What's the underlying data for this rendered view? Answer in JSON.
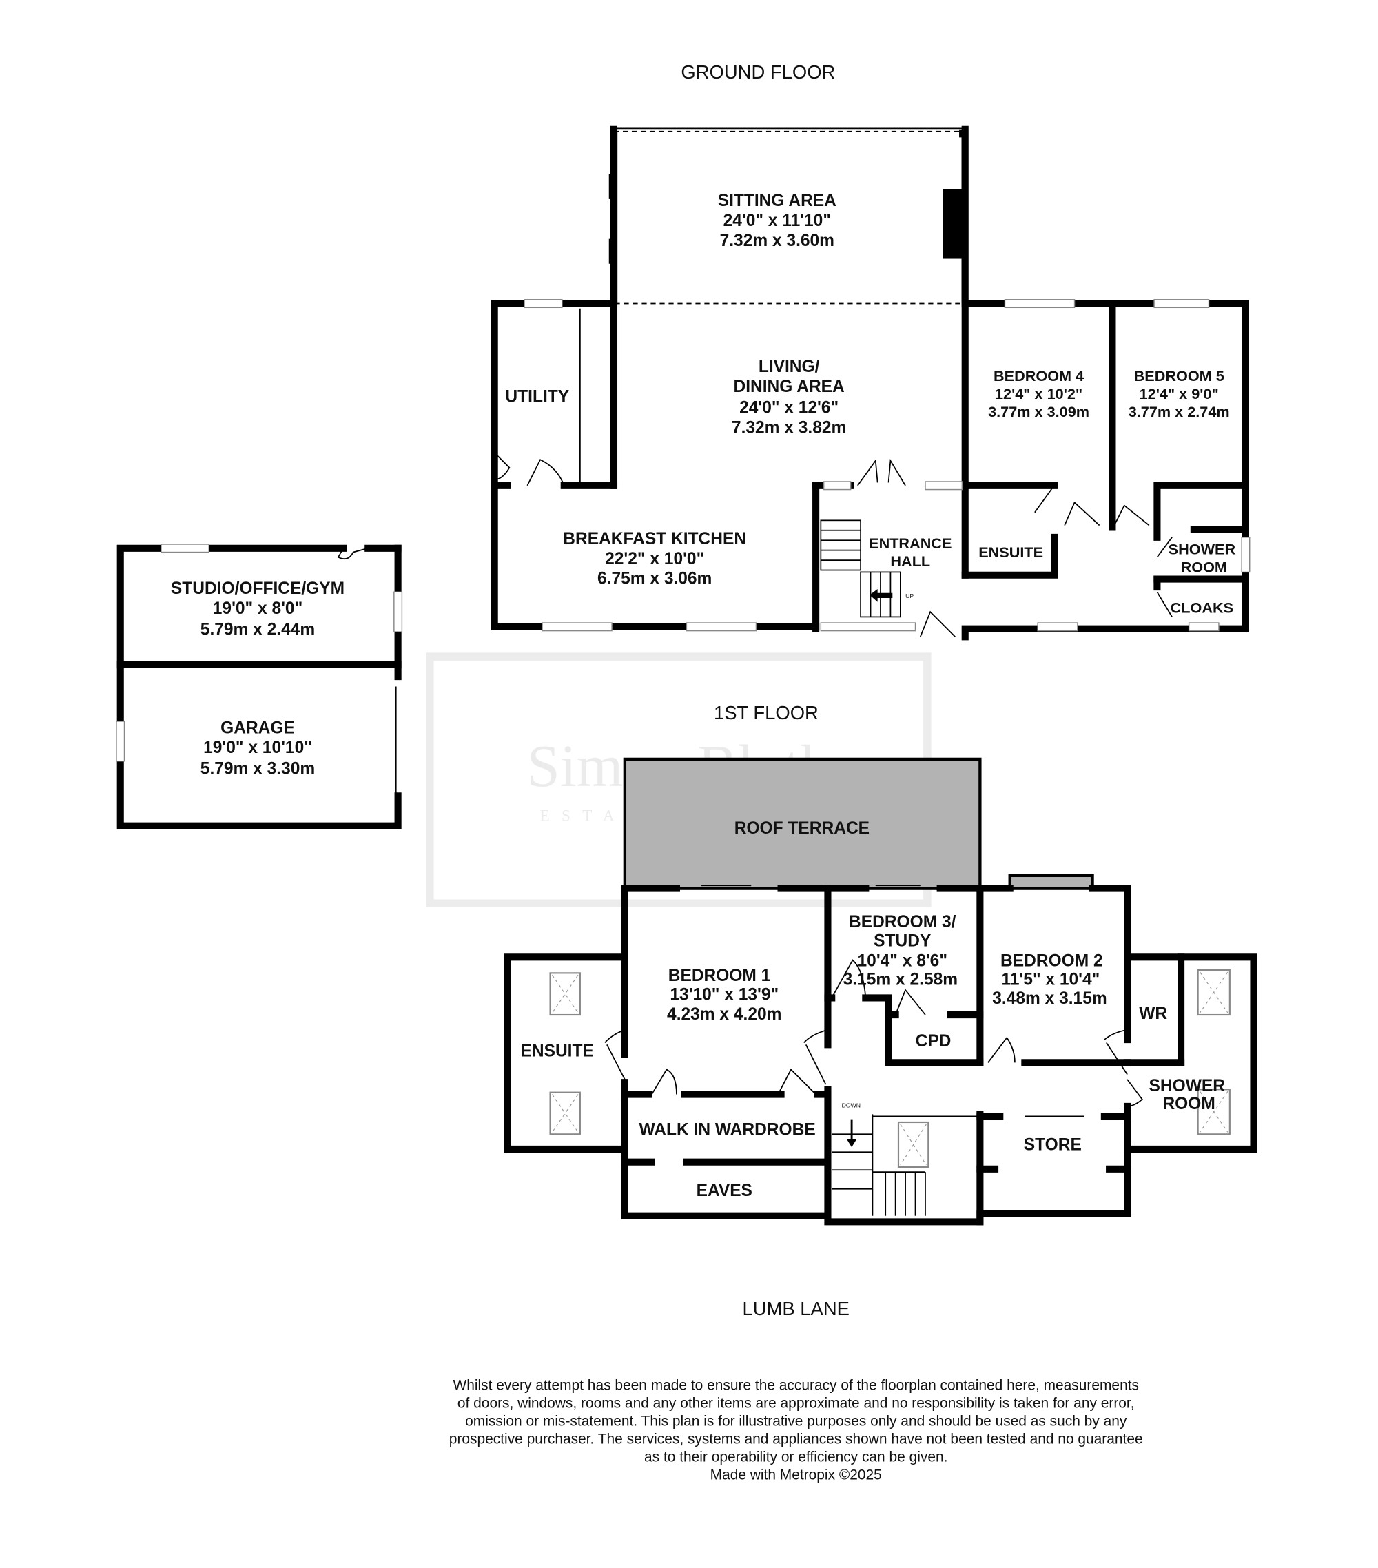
{
  "titles": {
    "ground": "GROUND FLOOR",
    "first": "1ST FLOOR",
    "road": "LUMB LANE"
  },
  "watermark": {
    "name": "Simon Blyth",
    "tagline": "ESTATE AGENTS"
  },
  "ground_floor": {
    "sitting": {
      "name": "SITTING AREA",
      "imperial": "24'0\"  x 11'10\"",
      "metric": "7.32m  x 3.60m"
    },
    "living": {
      "name1": "LIVING/",
      "name2": "DINING AREA",
      "imperial": "24'0\"  x 12'6\"",
      "metric": "7.32m  x 3.82m"
    },
    "utility": {
      "name": "UTILITY"
    },
    "kitchen": {
      "name": "BREAKFAST KITCHEN",
      "imperial": "22'2\"  x 10'0\"",
      "metric": "6.75m  x 3.06m"
    },
    "entrance": {
      "name1": "ENTRANCE",
      "name2": "HALL",
      "stairs": "UP"
    },
    "bedroom4": {
      "name": "BEDROOM 4",
      "imperial": "12'4\"  x 10'2\"",
      "metric": "3.77m  x 3.09m"
    },
    "bedroom5": {
      "name": "BEDROOM 5",
      "imperial": "12'4\"  x 9'0\"",
      "metric": "3.77m  x 2.74m"
    },
    "ensuite": {
      "name": "ENSUITE"
    },
    "shower": {
      "name1": "SHOWER",
      "name2": "ROOM"
    },
    "cloaks": {
      "name": "CLOAKS"
    }
  },
  "outbuilding": {
    "studio": {
      "name": "STUDIO/OFFICE/GYM",
      "imperial": "19'0\"  x 8'0\"",
      "metric": "5.79m  x 2.44m"
    },
    "garage": {
      "name": "GARAGE",
      "imperial": "19'0\"  x 10'10\"",
      "metric": "5.79m  x 3.30m"
    }
  },
  "first_floor": {
    "roof_terrace": {
      "name": "ROOF TERRACE"
    },
    "bedroom1": {
      "name": "BEDROOM 1",
      "imperial": "13'10\"  x 13'9\"",
      "metric": "4.23m  x 4.20m"
    },
    "bedroom3": {
      "name1": "BEDROOM 3/",
      "name2": "STUDY",
      "imperial": "10'4\"  x 8'6\"",
      "metric": "3.15m  x 2.58m"
    },
    "bedroom2": {
      "name": "BEDROOM 2",
      "imperial": "11'5\"  x 10'4\"",
      "metric": "3.48m  x 3.15m"
    },
    "ensuite": {
      "name": "ENSUITE"
    },
    "wardrobe": {
      "name": "WALK IN WARDROBE"
    },
    "eaves": {
      "name": "EAVES"
    },
    "cpd": {
      "name": "CPD"
    },
    "wr": {
      "name": "WR"
    },
    "shower": {
      "name1": "SHOWER",
      "name2": "ROOM"
    },
    "store": {
      "name": "STORE"
    },
    "stairs": "DOWN"
  },
  "disclaimer": [
    "Whilst every attempt has been made to ensure the accuracy of the floorplan contained here, measurements",
    "of doors, windows, rooms and any other items are approximate and no responsibility is taken for any error,",
    "omission or mis-statement. This plan is for illustrative purposes only and should be used as such by any",
    "prospective purchaser. The services, systems and appliances shown have not been tested and no guarantee",
    "as to their operability or efficiency can be given.",
    "Made with Metropix ©2025"
  ],
  "colors": {
    "wall": "#000000",
    "terrace": "#b3b3b3"
  }
}
